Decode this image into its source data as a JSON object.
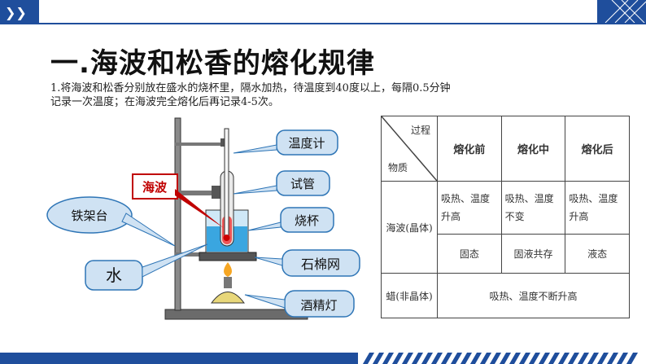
{
  "header": {
    "arrows": "❯❯"
  },
  "title": "一.海波和松香的熔化规律",
  "paragraph": {
    "line1": "1.将海波和松香分别放在盛水的烧杯里，隔水加热，待温度到40度以上，每隔0.5分钟",
    "line2": "记录一次温度；在海波完全熔化后再记录4-5次。"
  },
  "figure": {
    "labels": {
      "thermometer": "温度计",
      "test_tube": "试管",
      "beaker": "烧杯",
      "asbestos_net": "石棉网",
      "alcohol_lamp": "酒精灯",
      "iron_stand": "铁架台",
      "water": "水",
      "hypo": "海波"
    }
  },
  "table": {
    "corner_top": "过程",
    "corner_bottom": "物质",
    "headers": [
      "熔化前",
      "熔化中",
      "熔化后"
    ],
    "rows": {
      "crystal_label": "海波(晶体)",
      "crystal_process": [
        "吸热、温度升高",
        "吸热、温度不变",
        "吸热、温度升高"
      ],
      "crystal_state": [
        "固态",
        "固液共存",
        "液态"
      ],
      "noncrystal_label": "蜡(非晶体)",
      "noncrystal_process": "吸热、温度不断升高"
    }
  }
}
